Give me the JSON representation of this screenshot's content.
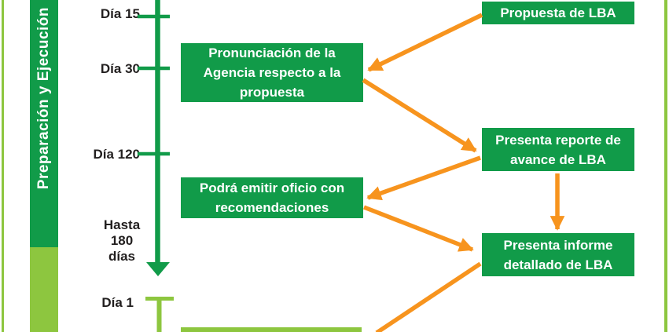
{
  "sidebar": {
    "phase_label": "Preparación y Ejecución"
  },
  "timeline_upper": {
    "markers": [
      {
        "label": "Día 15"
      },
      {
        "label": "Día 30"
      },
      {
        "label": "Día 120"
      }
    ],
    "duration_label": "Hasta 180 días"
  },
  "timeline_lower": {
    "markers": [
      {
        "label": "Día 1"
      }
    ]
  },
  "boxes": [
    {
      "id": "propuesta",
      "lines": [
        "Propuesta de LBA"
      ]
    },
    {
      "id": "pronunciacion",
      "lines": [
        "Pronunciación de la",
        "Agencia respecto a la",
        "propuesta"
      ]
    },
    {
      "id": "reporte",
      "lines": [
        "Presenta reporte de",
        "avance de LBA"
      ]
    },
    {
      "id": "oficio",
      "lines": [
        "Podrá emitir oficio con",
        "recomendaciones"
      ]
    },
    {
      "id": "informe",
      "lines": [
        "Presenta informe",
        "detallado de LBA"
      ]
    }
  ],
  "colors": {
    "dark_green": "#119b49",
    "light_green": "#8dc63f",
    "orange": "#f7941e",
    "label_text": "#221f1f",
    "node_text": "#ffffff",
    "background": "#ffffff"
  }
}
